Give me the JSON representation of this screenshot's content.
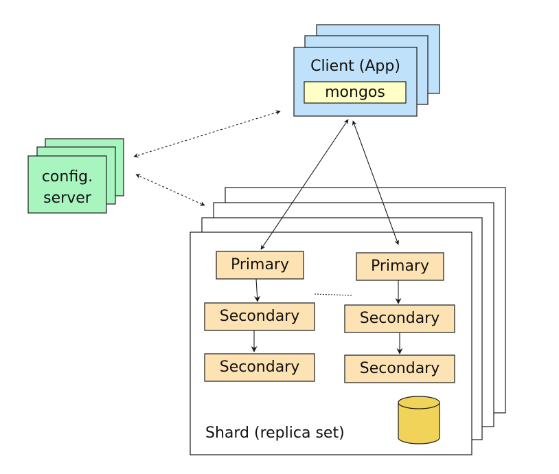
{
  "client": {
    "label": "Client (App)",
    "router_label": "mongos",
    "fill": "#bfe2fa",
    "router_fill": "#ffffc6"
  },
  "config_server": {
    "line1": "config.",
    "line2": "server",
    "fill": "#a8f5c0"
  },
  "shard": {
    "caption": "Shard (replica set)",
    "columns": [
      {
        "primary": "Primary",
        "secondaries": [
          "Secondary",
          "Secondary"
        ]
      },
      {
        "primary": "Primary",
        "secondaries": [
          "Secondary",
          "Secondary"
        ]
      }
    ],
    "member_fill": "#fde2b3",
    "database_icon": "database-cylinder-icon",
    "database_fill": "#f2d35a"
  },
  "colors": {
    "stroke": "#1a1a1a",
    "shard_fill": "#ffffff"
  }
}
